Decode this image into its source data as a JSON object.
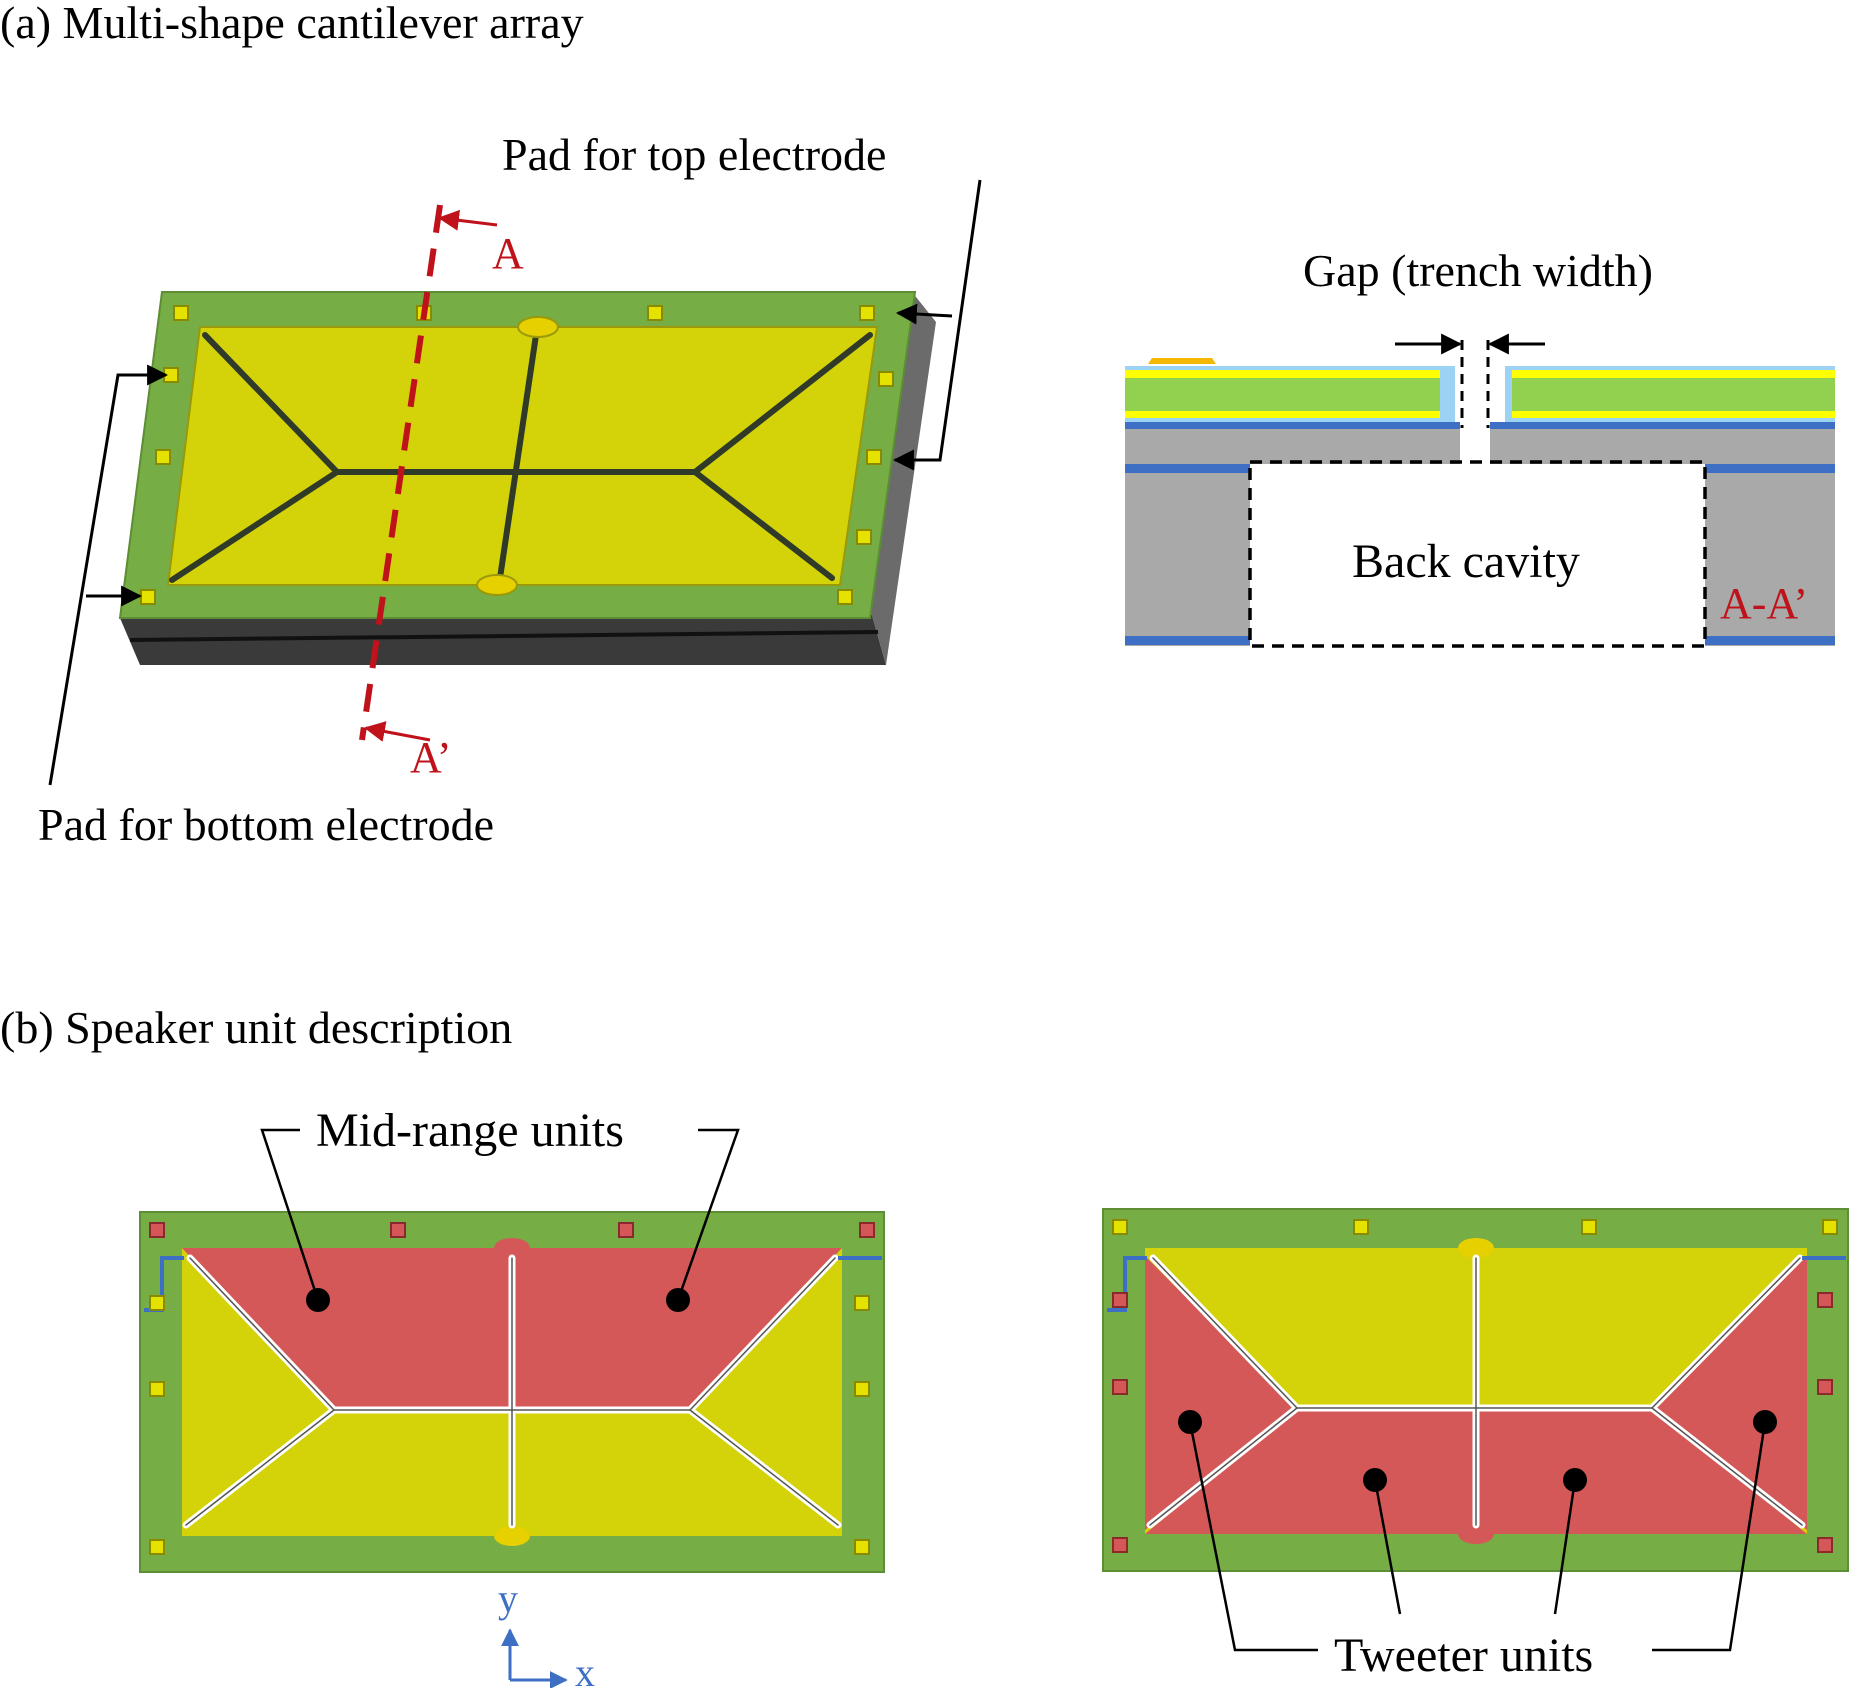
{
  "panel_a": {
    "title": "(a) Multi-shape cantilever array",
    "pad_top_label": "Pad for top electrode",
    "pad_bottom_label": "Pad for bottom electrode",
    "section_start_label": "A",
    "section_end_label": "A’",
    "gap_label": "Gap (trench width)",
    "cavity_label": "Back cavity",
    "section_label": "A-A’"
  },
  "panel_b": {
    "title": "(b) Speaker unit description",
    "midrange_label": "Mid-range units",
    "tweeter_label": "Tweeter units",
    "axis_y": "y",
    "axis_x": "x"
  },
  "colors": {
    "frame_green": "#76ad45",
    "membrane_yellow": "#d4d30a",
    "active_red": "#d45858",
    "substrate_gray": "#a9a9a9",
    "section_red": "#c0121a",
    "electrode_blue": "#3d6fc4",
    "pad_orange": "#f5b800",
    "passivation_lightblue": "#9cd3f5"
  }
}
